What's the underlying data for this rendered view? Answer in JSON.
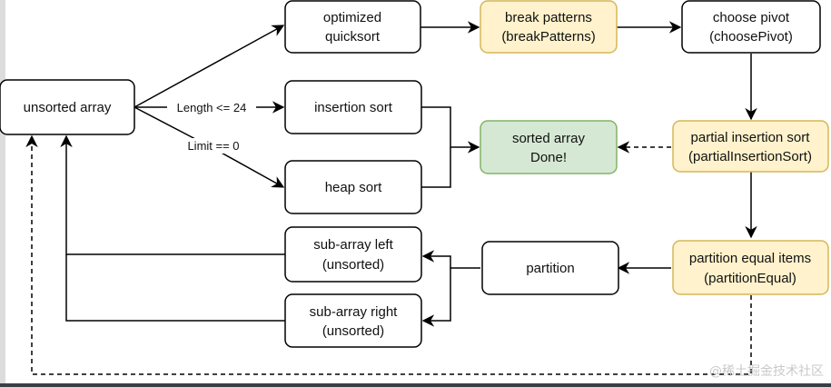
{
  "nodes": {
    "unsorted": {
      "line1": "unsorted array"
    },
    "optimized": {
      "line1": "optimized",
      "line2": "quicksort"
    },
    "break": {
      "line1": "break patterns",
      "line2": "(breakPatterns)"
    },
    "pivot": {
      "line1": "choose pivot",
      "line2": "(choosePivot)"
    },
    "insertion": {
      "line1": "insertion sort"
    },
    "heap": {
      "line1": "heap sort"
    },
    "sorted": {
      "line1": "sorted array",
      "line2": "Done!"
    },
    "partialins": {
      "line1": "partial insertion sort",
      "line2": "(partialInsertionSort)"
    },
    "subleft": {
      "line1": "sub-array left",
      "line2": "(unsorted)"
    },
    "subright": {
      "line1": "sub-array right",
      "line2": "(unsorted)"
    },
    "partition": {
      "line1": "partition"
    },
    "partequal": {
      "line1": "partition equal items",
      "line2": "(partitionEqual)"
    }
  },
  "edge_labels": {
    "length": "Length <= 24",
    "limit": "Limit == 0"
  },
  "colors": {
    "plain_fill": "#ffffff",
    "plain_stroke": "#000000",
    "yellow_fill": "#fff2cc",
    "yellow_stroke": "#d6b656",
    "green_fill": "#d5e8d4",
    "green_stroke": "#82b366"
  },
  "watermark": "@稀土掘金技术社区"
}
